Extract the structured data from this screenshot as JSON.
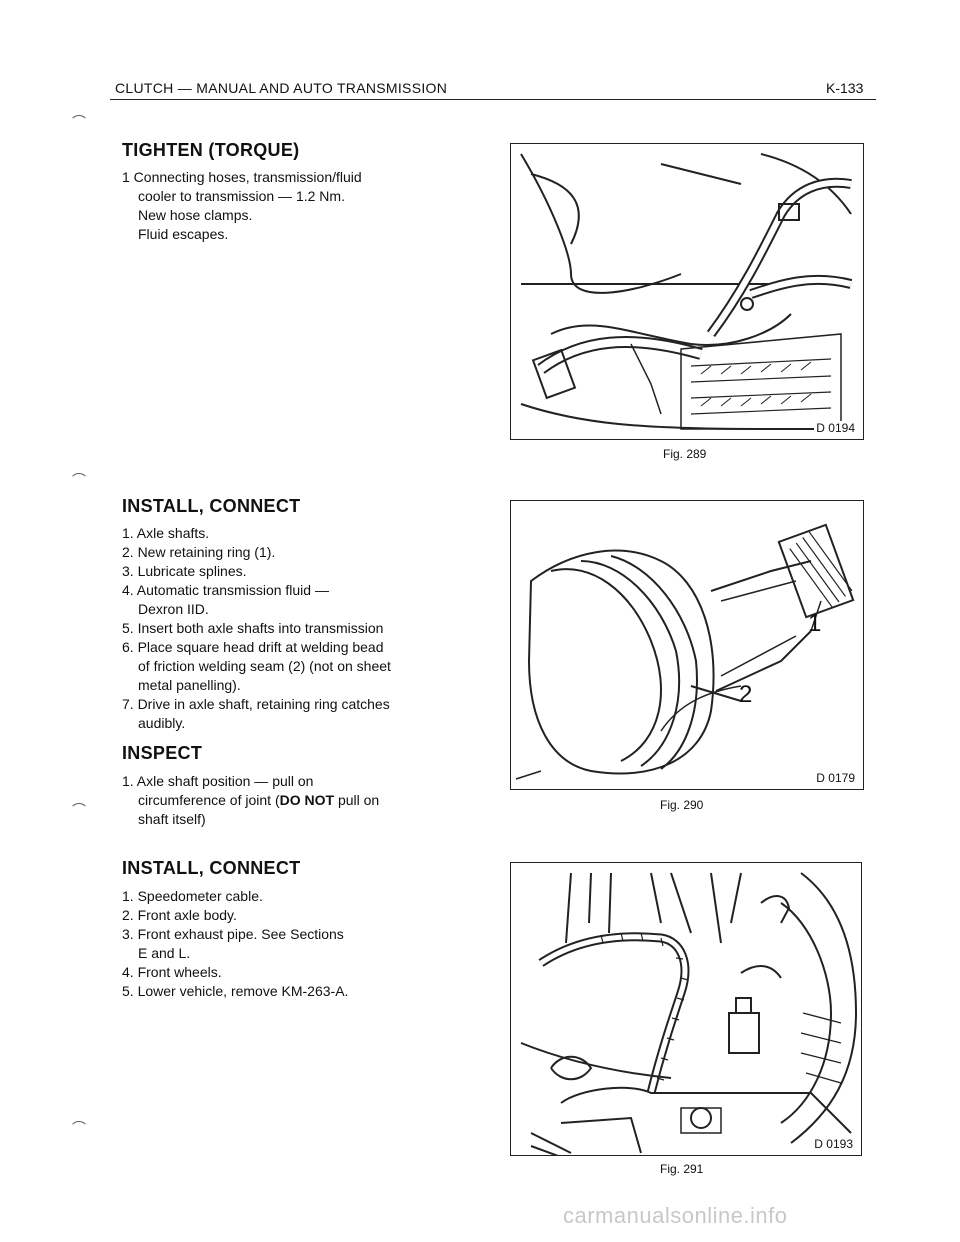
{
  "header": {
    "title": "CLUTCH — MANUAL AND AUTO TRANSMISSION",
    "page": "K-133"
  },
  "sections": [
    {
      "heading": "TIGHTEN (TORQUE)",
      "lines": [
        "1 Connecting hoses, transmission/fluid",
        "cooler to transmission — 1.2 Nm.",
        "New hose clamps.",
        "Fluid escapes."
      ]
    },
    {
      "heading": "INSTALL, CONNECT",
      "lines": [
        "1. Axle shafts.",
        "2. New retaining ring (1).",
        "3. Lubricate splines.",
        "4. Automatic transmission fluid —",
        "Dexron IID.",
        "5. Insert both axle shafts into transmission",
        "6. Place square head drift at welding bead",
        "of friction welding seam (2) (not on sheet",
        "metal panelling).",
        "7. Drive in axle shaft, retaining ring catches",
        "audibly."
      ]
    },
    {
      "heading": "INSPECT",
      "lines": [
        "1. Axle shaft position — pull on",
        "circumference of joint (DO NOT pull on",
        "shaft itself)"
      ]
    },
    {
      "heading": "INSTALL, CONNECT",
      "lines": [
        "1. Speedometer cable.",
        "2. Front axle body.",
        "3. Front exhaust pipe. See Sections",
        "E and L.",
        "4. Front wheels.",
        "5. Lower vehicle, remove KM-263-A."
      ]
    }
  ],
  "figures": [
    {
      "caption": "Fig. 289",
      "code": "D 0194"
    },
    {
      "caption": "Fig. 290",
      "code": "D 0179",
      "callouts": [
        "1",
        "2"
      ]
    },
    {
      "caption": "Fig. 291",
      "code": "D 0193"
    }
  ],
  "watermark": "carmanualsonline.info"
}
